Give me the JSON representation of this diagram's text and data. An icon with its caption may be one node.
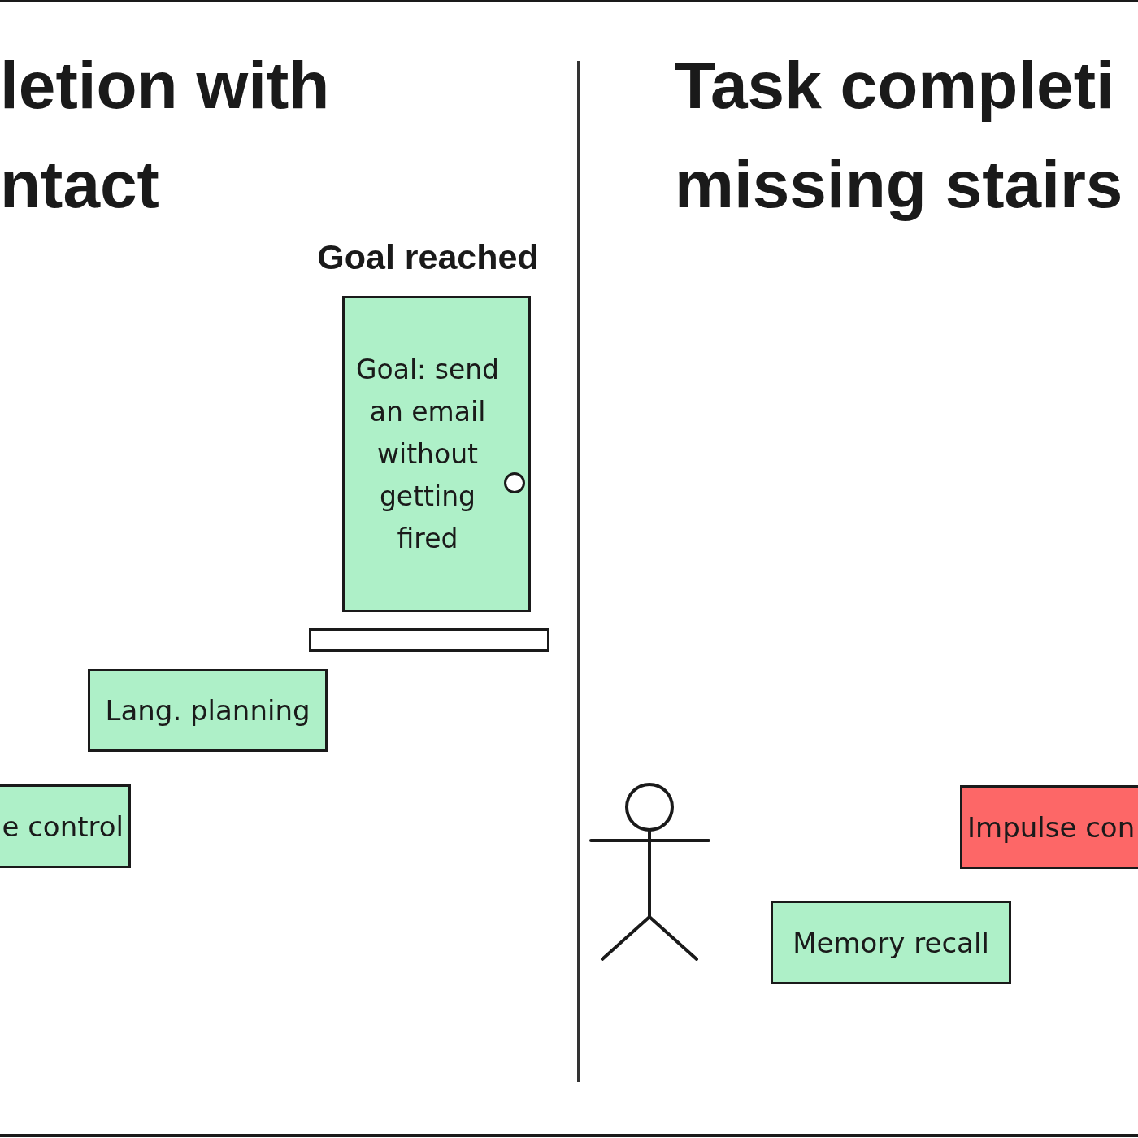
{
  "diagram": {
    "nodes": [
      {
        "text": [
          "Goal reached",
          "Goal: send an email without getting fired"
        ]
      },
      {
        "text": [],
        "shape": "bar"
      },
      {
        "text": [
          "Lang. planning"
        ]
      },
      {
        "text": [
          "e control"
        ]
      },
      {
        "text": [
          "Impulse con"
        ]
      },
      {
        "text": [
          "Memory recall"
        ]
      }
    ],
    "labels": [
      "letion with ntact",
      "Task completi missing stairs"
    ]
  }
}
